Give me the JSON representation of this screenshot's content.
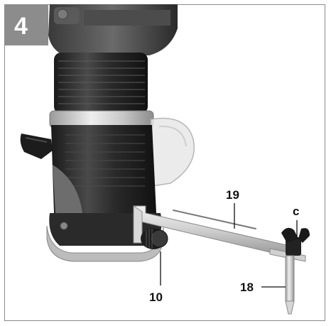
{
  "figure": {
    "number": "4"
  },
  "callouts": {
    "c": "c",
    "n19": "19",
    "n18": "18",
    "n10": "10"
  }
}
